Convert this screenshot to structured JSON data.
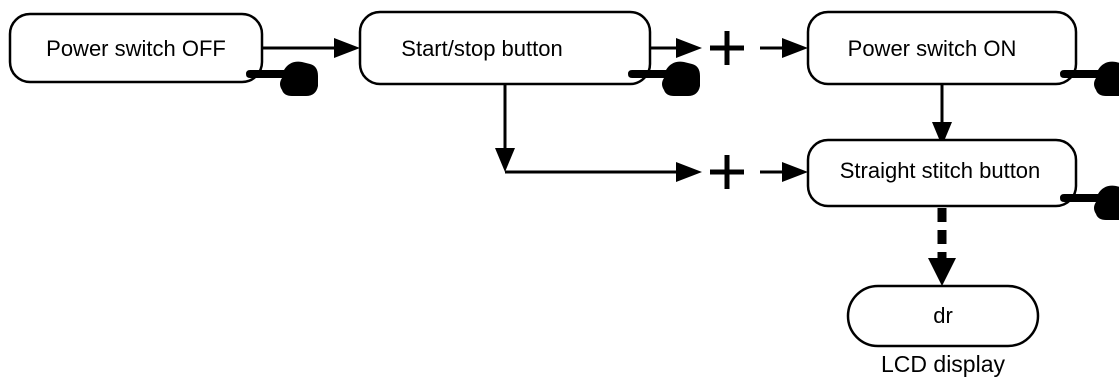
{
  "steps": {
    "power_off": "Power switch OFF",
    "start_stop": "Start/stop button",
    "power_on": "Power switch ON",
    "straight_stitch": "Straight stitch button"
  },
  "plus_symbol": "+",
  "display": {
    "value": "dr",
    "caption": "LCD display"
  },
  "icons": {
    "press": "pointing-hand-icon"
  }
}
